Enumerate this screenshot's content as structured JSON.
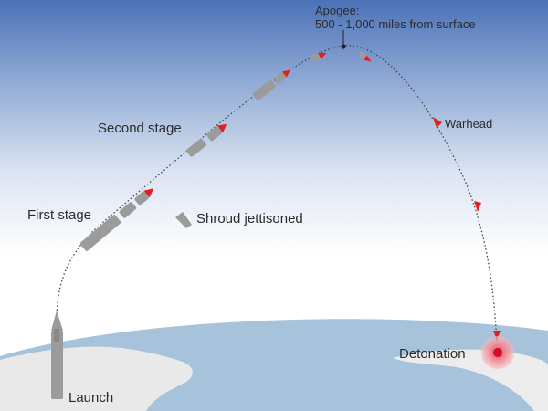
{
  "colors": {
    "sky_top": "#4b72b7",
    "sky_mid": "#cad7ec",
    "sky_bottom": "#ffffff",
    "ocean": "#a7c3db",
    "land": "#e8e8e8",
    "rocket": "#9b9b9b",
    "warhead_tip": "#e02020",
    "trajectory": "#444444",
    "detonation": "#e0203a"
  },
  "labels": {
    "apogee_title": "Apogee:",
    "apogee_detail": "500 - 1,000 miles from surface",
    "warhead": "Warhead",
    "second_stage": "Second stage",
    "first_stage": "First stage",
    "shroud": "Shroud jettisoned",
    "detonation": "Detonation",
    "launch": "Launch"
  }
}
